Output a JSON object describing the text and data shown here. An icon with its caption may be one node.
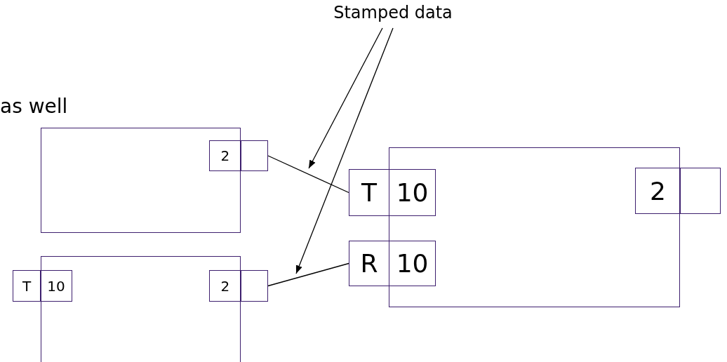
{
  "diagram": {
    "nodes": [
      {
        "text": [
          "Stamped data"
        ]
      },
      {
        "text": [],
        "shape": "box"
      },
      {
        "text": [
          "2"
        ]
      },
      {
        "text": [],
        "shape": "box"
      },
      {
        "text": [
          "T",
          "10"
        ]
      },
      {
        "text": [
          "2"
        ]
      },
      {
        "text": [],
        "shape": "box"
      },
      {
        "text": [
          "T",
          "10"
        ]
      },
      {
        "text": [
          "R",
          "10"
        ]
      },
      {
        "text": [
          "2"
        ]
      }
    ],
    "edges": [
      {
        "from": 2,
        "to": 7,
        "arrow": "none"
      },
      {
        "from": 5,
        "to": 8,
        "arrow": "none"
      },
      {
        "from": 0,
        "to": null,
        "arrow": "to"
      },
      {
        "from": 0,
        "to": null,
        "arrow": "to"
      }
    ],
    "labels": [
      "as well"
    ]
  }
}
